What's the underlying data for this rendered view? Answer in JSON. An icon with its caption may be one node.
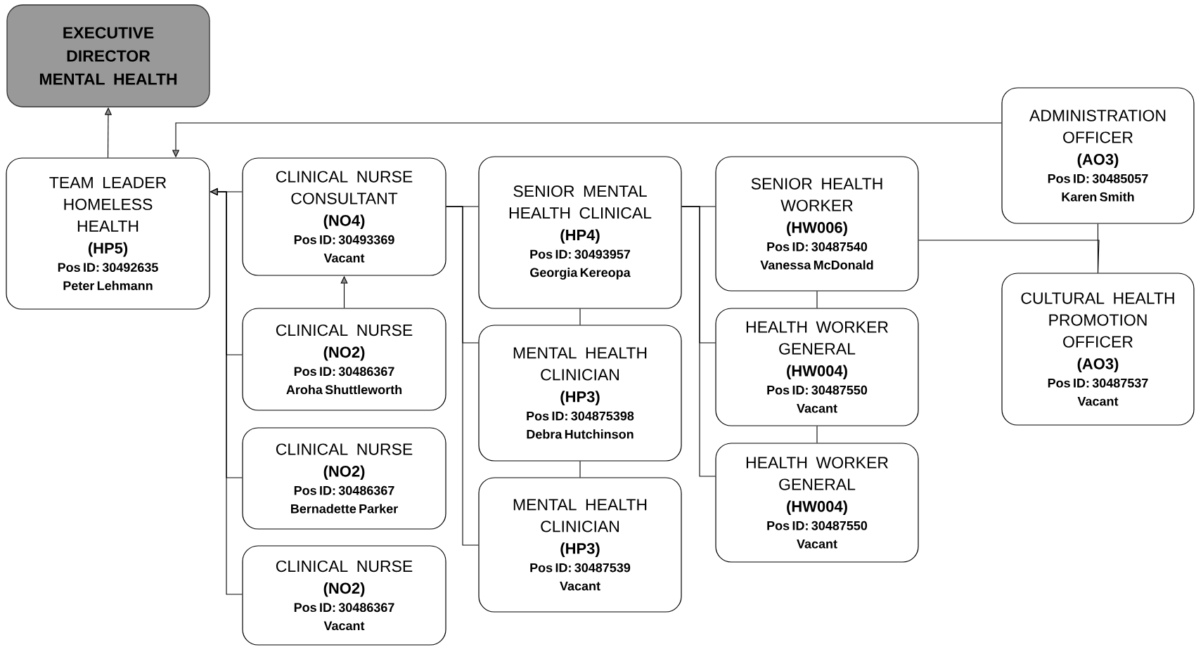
{
  "diagram": {
    "nodes": [
      {
        "text": [
          "EXECUTIVE DIRECTOR MENTAL HEALTH"
        ]
      },
      {
        "text": [
          "TEAM LEADER HOMELESS HEALTH",
          "(HP5)",
          "Pos ID: 30492635",
          "Peter Lehmann"
        ]
      },
      {
        "text": [
          "CLINICAL NURSE CONSULTANT",
          "(NO4)",
          "Pos ID: 30493369",
          "Vacant"
        ]
      },
      {
        "text": [
          "CLINICAL NURSE",
          "(NO2)",
          "Pos ID: 30486367",
          "Aroha Shuttleworth"
        ]
      },
      {
        "text": [
          "CLINICAL NURSE",
          "(NO2)",
          "Pos ID: 30486367",
          "Bernadette Parker"
        ]
      },
      {
        "text": [
          "CLINICAL NURSE",
          "(NO2)",
          "Pos ID: 30486367",
          "Vacant"
        ]
      },
      {
        "text": [
          "SENIOR MENTAL HEALTH CLINICAL",
          "(HP4)",
          "Pos ID: 30493957",
          "Georgia Kereopa"
        ]
      },
      {
        "text": [
          "MENTAL HEALTH CLINICIAN",
          "(HP3)",
          "Pos ID: 304875398",
          "Debra Hutchinson"
        ]
      },
      {
        "text": [
          "MENTAL HEALTH CLINICIAN",
          "(HP3)",
          "Pos ID: 30487539",
          "Vacant"
        ]
      },
      {
        "text": [
          "SENIOR HEALTH WORKER",
          "(HW006)",
          "Pos ID: 30487540",
          "Vanessa McDonald"
        ]
      },
      {
        "text": [
          "HEALTH WORKER GENERAL",
          "(HW004)",
          "Pos ID: 30487550",
          "Vacant"
        ]
      },
      {
        "text": [
          "HEALTH WORKER GENERAL",
          "(HW004)",
          "Pos ID: 30487550",
          "Vacant"
        ]
      },
      {
        "text": [
          "ADMINISTRATION OFFICER",
          "(AO3)",
          "Pos ID: 30485057",
          "Karen Smith"
        ]
      },
      {
        "text": [
          "CULTURAL HEALTH PROMOTION OFFICER",
          "(AO3)",
          "Pos ID: 30487537",
          "Vacant"
        ]
      }
    ],
    "edges": [
      {
        "from": 1,
        "to": 0,
        "arrow": "to"
      },
      {
        "from": 12,
        "to": 1,
        "arrow": "to"
      },
      {
        "from": 2,
        "to": 1,
        "arrow": "to"
      },
      {
        "from": 3,
        "to": 1,
        "arrow": "to"
      },
      {
        "from": 4,
        "to": 1,
        "arrow": "to"
      },
      {
        "from": 5,
        "to": 1,
        "arrow": "to"
      },
      {
        "from": 3,
        "to": 2,
        "arrow": "to"
      },
      {
        "from": 6,
        "to": 2,
        "arrow": "none"
      },
      {
        "from": 7,
        "to": 2,
        "arrow": "none"
      },
      {
        "from": 8,
        "to": 2,
        "arrow": "none"
      },
      {
        "from": 6,
        "to": 7,
        "arrow": "none"
      },
      {
        "from": 7,
        "to": 8,
        "arrow": "none"
      },
      {
        "from": 9,
        "to": 6,
        "arrow": "none"
      },
      {
        "from": 10,
        "to": 6,
        "arrow": "none"
      },
      {
        "from": 11,
        "to": 6,
        "arrow": "none"
      },
      {
        "from": 9,
        "to": 10,
        "arrow": "none"
      },
      {
        "from": 10,
        "to": 11,
        "arrow": "none"
      },
      {
        "from": 9,
        "to": 13,
        "arrow": "none"
      },
      {
        "from": 12,
        "to": 13,
        "arrow": "none"
      }
    ]
  }
}
